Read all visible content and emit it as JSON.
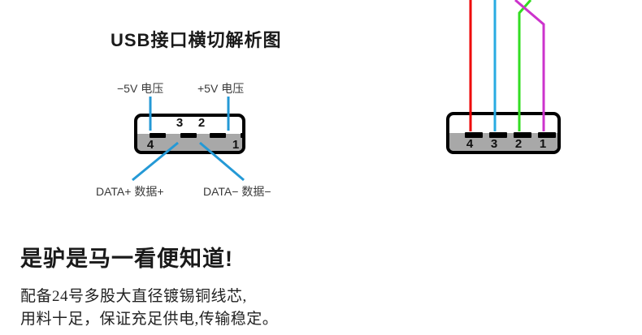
{
  "diagram": {
    "title": "USB接口横切解析图",
    "labels": {
      "voltage_negative": "−5V 电压",
      "voltage_positive": "+5V 电压",
      "data_plus": "DATA+ 数据+",
      "data_minus": "DATA− 数据−"
    },
    "left_connector": {
      "pin_numbers_top": [
        "3",
        "2"
      ],
      "pin_numbers_bottom": [
        "4",
        "1"
      ]
    },
    "right_connector": {
      "pin_numbers": [
        "4",
        "3",
        "2",
        "1"
      ]
    },
    "wires": [
      {
        "pin": "4",
        "color": "#ee0000",
        "name": "red-wire"
      },
      {
        "pin": "3",
        "color": "#29abe2",
        "name": "cyan-wire"
      },
      {
        "pin": "2",
        "color": "#33dd22",
        "name": "green-wire"
      },
      {
        "pin": "1",
        "color": "#cc33cc",
        "name": "magenta-wire"
      }
    ],
    "leader_line_color": "#2499d6",
    "connector_body_color": "#a8a8a8",
    "connector_outline_color": "#000000"
  },
  "promo": {
    "headline": "是驴是马一看便知道!",
    "body_line_1": "配备24号多股大直径镀锡铜线芯,",
    "body_line_2": "用料十足，保证充足供电,传输稳定。"
  }
}
